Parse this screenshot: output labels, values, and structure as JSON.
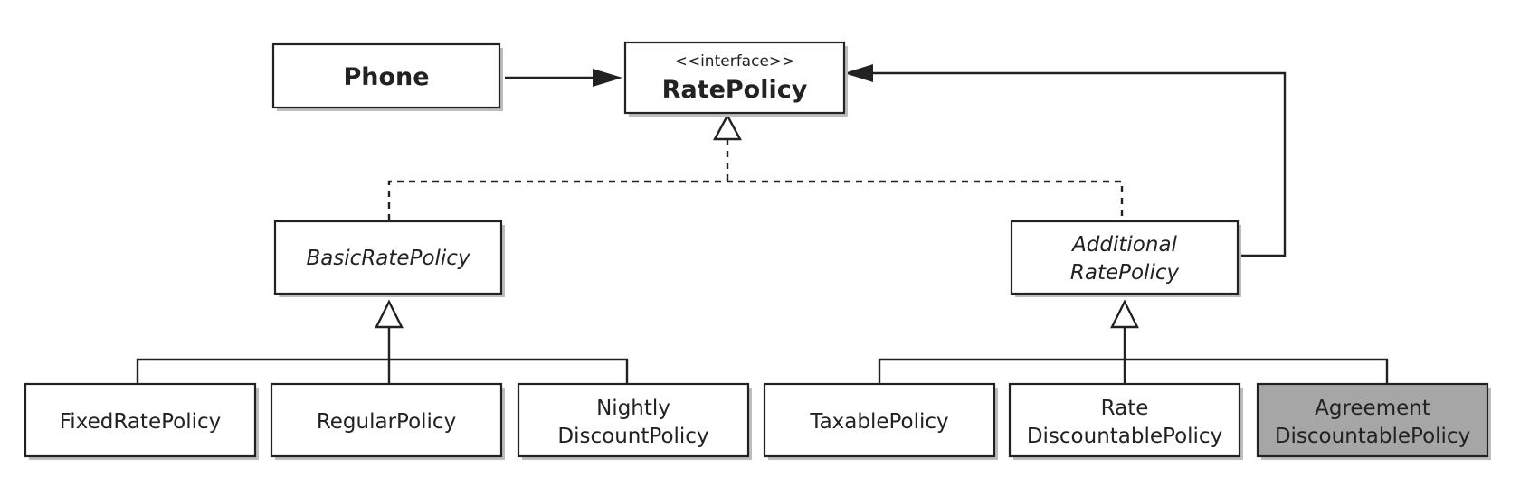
{
  "nodes": {
    "phone": {
      "line1": "Phone"
    },
    "rate_policy": {
      "stereotype": "<<interface>>",
      "line1": "RatePolicy"
    },
    "basic_rate_policy": {
      "line1": "BasicRatePolicy"
    },
    "additional_rate_policy": {
      "line1": "Additional",
      "line2": "RatePolicy"
    },
    "fixed_rate_policy": {
      "line1": "FixedRatePolicy"
    },
    "regular_policy": {
      "line1": "RegularPolicy"
    },
    "nightly_discount_policy": {
      "line1": "Nightly",
      "line2": "DiscountPolicy"
    },
    "taxable_policy": {
      "line1": "TaxablePolicy"
    },
    "rate_discountable_policy": {
      "line1": "Rate",
      "line2": "DiscountablePolicy"
    },
    "agreement_discountable_policy": {
      "line1": "Agreement",
      "line2": "DiscountablePolicy"
    }
  },
  "colors": {
    "line": "#222222",
    "box_fill": "#ffffff",
    "highlight_fill": "#a6a6a6",
    "shadow": "#bdbdbd"
  }
}
